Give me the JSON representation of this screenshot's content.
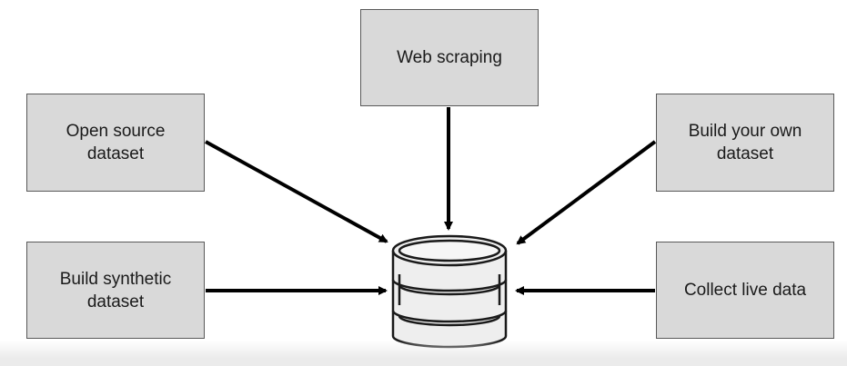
{
  "diagram": {
    "center": {
      "icon": "database-icon"
    },
    "sources": [
      {
        "id": "web",
        "label": "Web scraping"
      },
      {
        "id": "open",
        "label": "Open source\ndataset"
      },
      {
        "id": "own",
        "label": "Build your own\ndataset"
      },
      {
        "id": "synth",
        "label": "Build synthetic\ndataset"
      },
      {
        "id": "live",
        "label": "Collect live data"
      }
    ]
  },
  "colors": {
    "box_fill": "#d9d9d9",
    "box_border": "#595959",
    "arrow": "#000000",
    "db_fill": "#eeeeee"
  }
}
